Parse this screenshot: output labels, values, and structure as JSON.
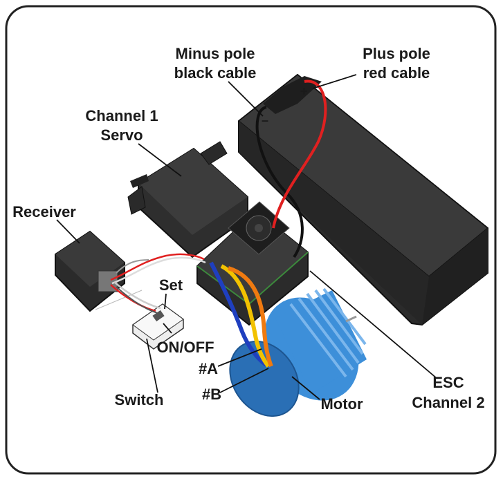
{
  "labels": {
    "minus_pole_line1": "Minus pole",
    "minus_pole_line2": "black cable",
    "plus_pole_line1": "Plus pole",
    "plus_pole_line2": "red cable",
    "servo_line1": "Channel 1",
    "servo_line2": "Servo",
    "receiver": "Receiver",
    "set": "Set",
    "on_off": "ON/OFF",
    "a": "#A",
    "b": "#B",
    "switch": "Switch",
    "motor": "Motor",
    "esc_line1": "ESC",
    "esc_line2": "Channel 2"
  },
  "battery_marks": {
    "minus": "–",
    "plus": "+"
  },
  "colors": {
    "component_dark": "#2b2b2b",
    "component_mid": "#3a3a3a",
    "component_light": "#555555",
    "motor_blue": "#3d8fd9",
    "motor_blue_dark": "#2a6fb5",
    "cable_red": "#e02020",
    "cable_black": "#111111",
    "cable_blue": "#1f3fbf",
    "cable_yellow": "#f2c200",
    "cable_orange": "#f07a10",
    "frame": "#222222",
    "battery_mark": "#f0a020"
  }
}
